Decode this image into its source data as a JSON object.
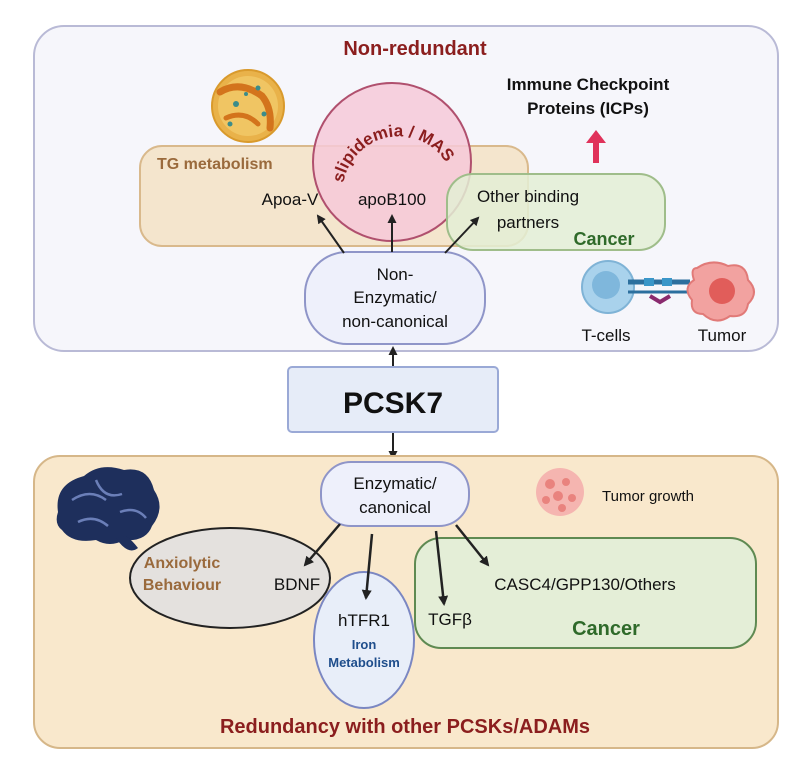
{
  "top_panel": {
    "title": "Non-redundant",
    "tg_metabolism": "TG metabolism",
    "dyslipidemia": "Dyslipidemia / MASLD",
    "icps_line1": "Immune Checkpoint",
    "icps_line2": "Proteins (ICPs)",
    "apoa": "Apoa-V",
    "apob": "apoB100",
    "other_line1": "Other binding",
    "other_line2": "partners",
    "cancer": "Cancer",
    "tcells": "T-cells",
    "tumor": "Tumor",
    "noncanon_line1": "Non-",
    "noncanon_line2": "Enzymatic/",
    "noncanon_line3": "non-canonical"
  },
  "center": {
    "pcsk7": "PCSK7"
  },
  "bottom_panel": {
    "enzymatic_line1": "Enzymatic/",
    "enzymatic_line2": "canonical",
    "tumor_growth": "Tumor growth",
    "anxiolytic_line1": "Anxiolytic",
    "anxiolytic_line2": "Behaviour",
    "bdnf": "BDNF",
    "htfr1": "hTFR1",
    "iron_line1": "Iron",
    "iron_line2": "Metabolism",
    "tgfb": "TGFβ",
    "casc4": "CASC4/GPP130/Others",
    "cancer": "Cancer",
    "footer": "Redundancy with other PCSKs/ADAMs"
  },
  "colors": {
    "title_red": "#8b1e1e",
    "tg_brown": "#9a6a3c",
    "cancer_green": "#2f6a2a",
    "iron_blue": "#1f4e8c",
    "up_arrow": "#e0325a"
  }
}
